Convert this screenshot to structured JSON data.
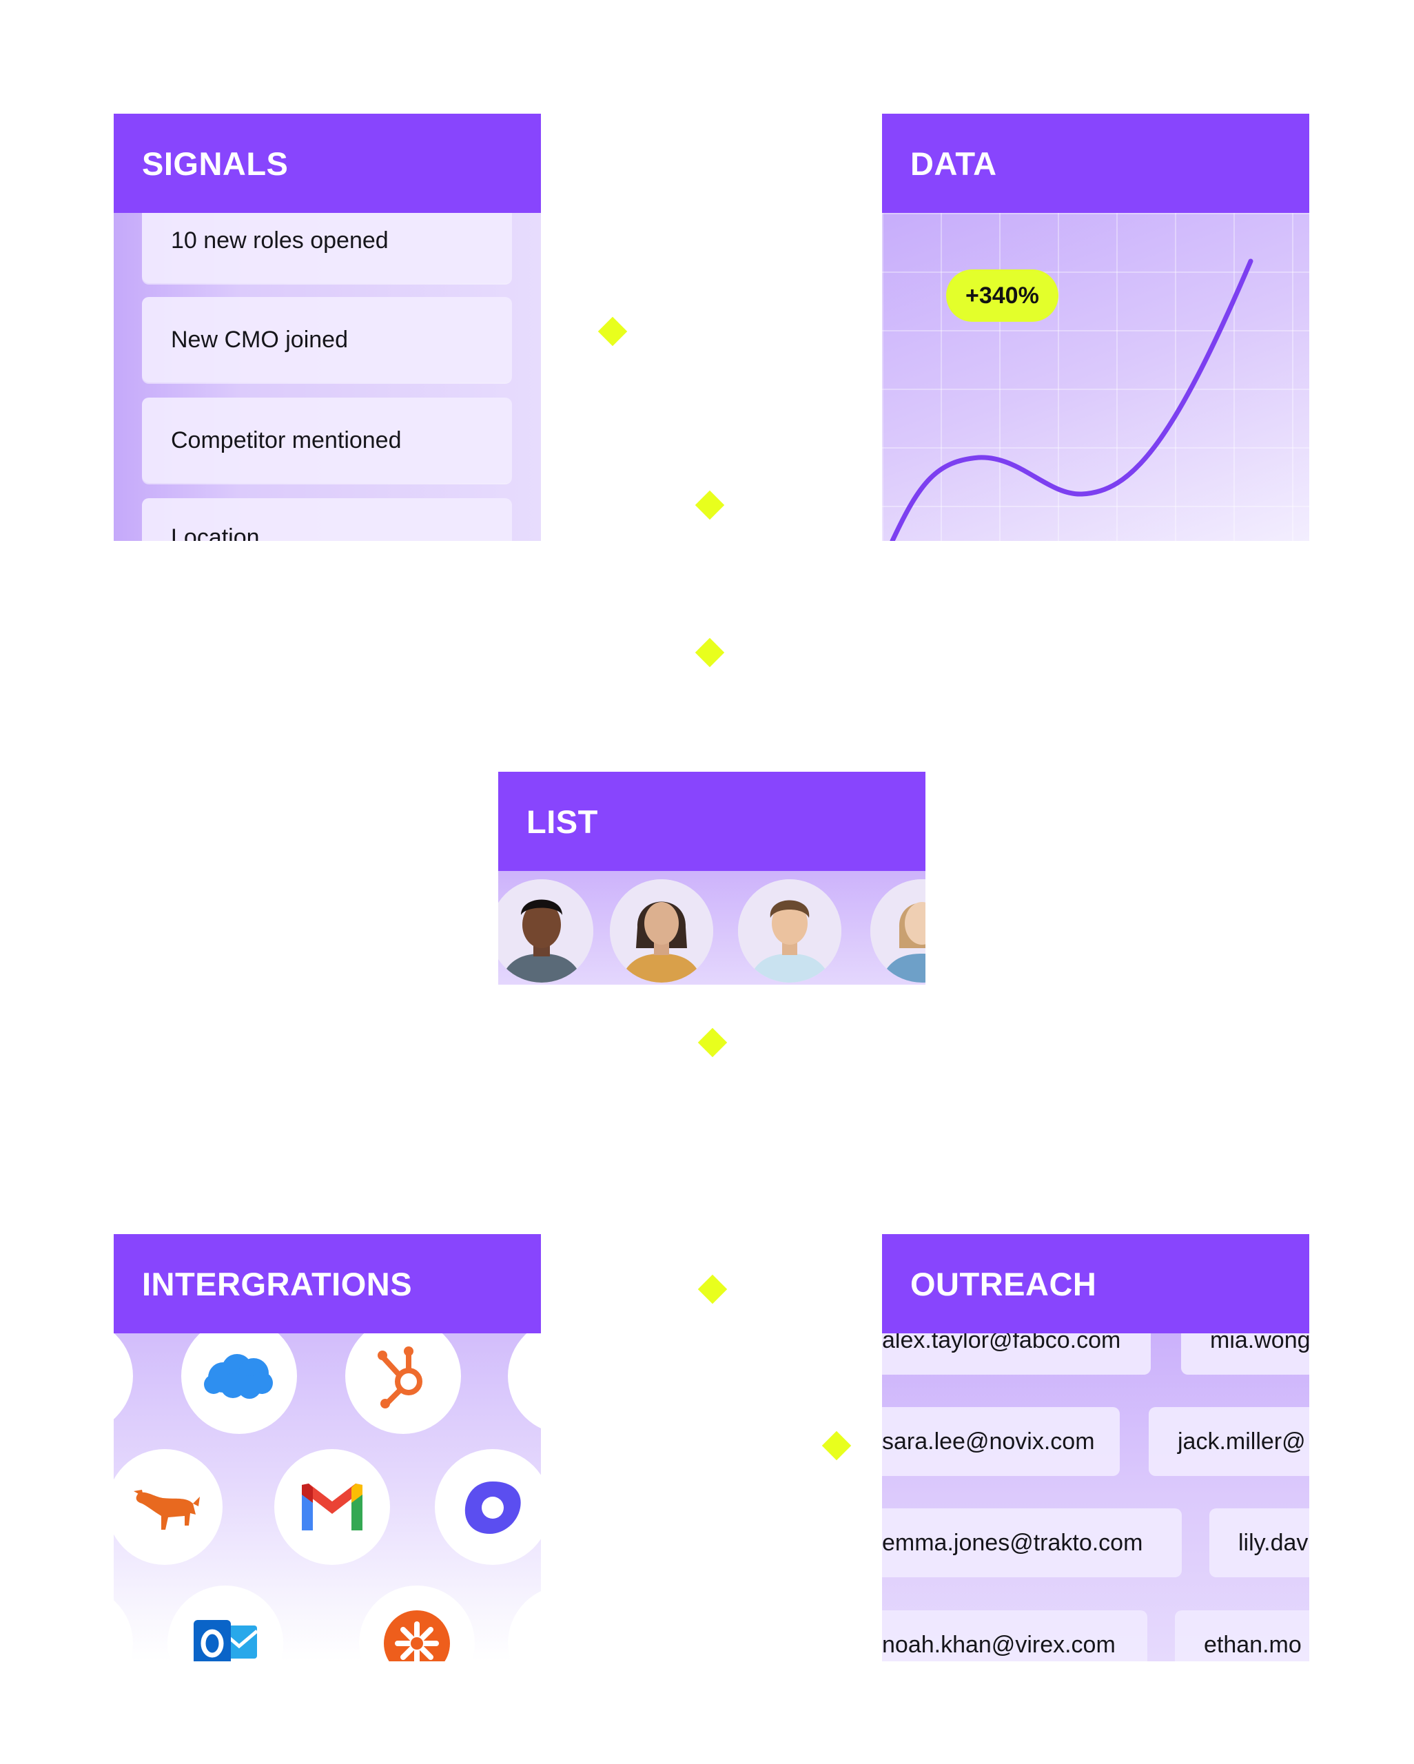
{
  "signals": {
    "title": "SIGNALS",
    "items": [
      "10 new roles opened",
      "New CMO joined",
      "Competitor mentioned",
      "Location"
    ]
  },
  "data": {
    "title": "DATA",
    "badge": "+340%"
  },
  "list": {
    "title": "LIST",
    "avatars": [
      "avatar-person-1",
      "avatar-person-2",
      "avatar-person-3",
      "avatar-person-4"
    ]
  },
  "integrations": {
    "title": "INTERGRATIONS",
    "logos": [
      "salesforce-icon",
      "hubspot-icon",
      "bull-icon",
      "gmail-icon",
      "outreach-icon",
      "outlook-icon",
      "zapier-icon"
    ]
  },
  "outreach": {
    "title": "OUTREACH",
    "emails": [
      [
        "alex.taylor@fabco.com",
        "mia.wong"
      ],
      [
        "sara.lee@novix.com",
        "jack.miller@"
      ],
      [
        "emma.jones@trakto.com",
        "lily.dav"
      ],
      [
        "noah.khan@virex.com",
        "ethan.mo"
      ]
    ]
  },
  "colors": {
    "header": "#8845fd",
    "accent": "#e3ff2b",
    "line": "#7c3ff0"
  }
}
